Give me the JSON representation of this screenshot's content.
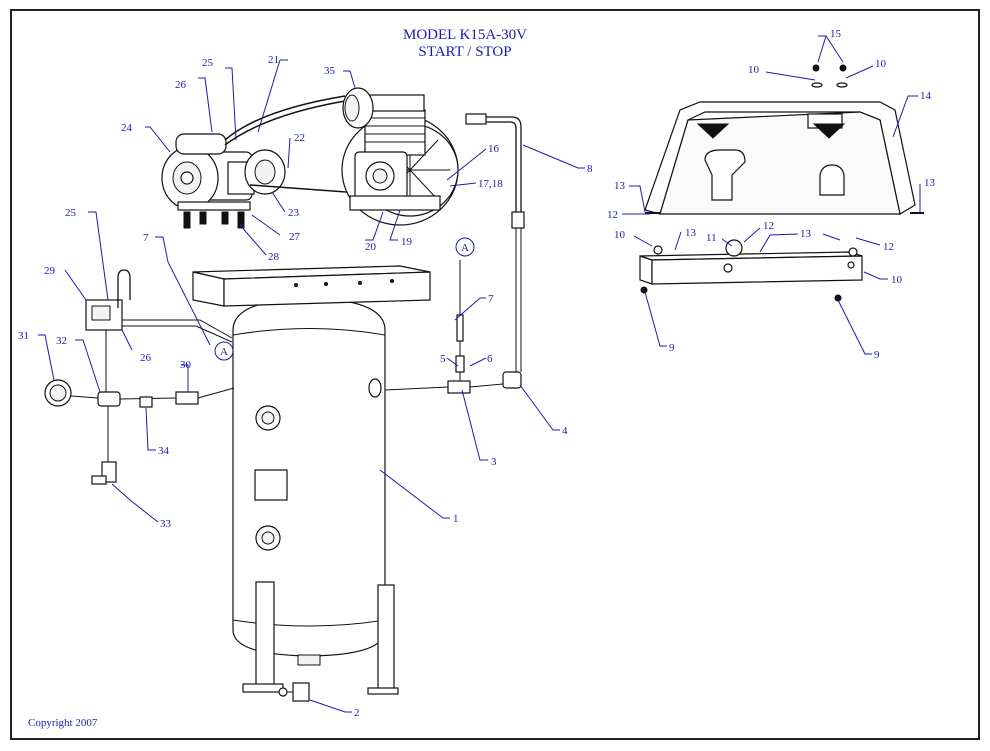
{
  "title": {
    "line1": "MODEL K15A-30V",
    "line2": "START /  STOP"
  },
  "copyright": "Copyright 2007",
  "callouts": [
    "1",
    "2",
    "3",
    "4",
    "5",
    "6",
    "7",
    "7",
    "8",
    "9",
    "9",
    "10",
    "10",
    "10",
    "10",
    "11",
    "12",
    "12",
    "12",
    "13",
    "13",
    "13",
    "13",
    "13",
    "14",
    "15",
    "16",
    "17,18",
    "19",
    "20",
    "21",
    "22",
    "23",
    "24",
    "25",
    "25",
    "26",
    "26",
    "27",
    "28",
    "29",
    "30",
    "31",
    "32",
    "33",
    "34",
    "35"
  ],
  "reference_markers": [
    "A",
    "A"
  ],
  "colors": {
    "label": "#1b1bb0",
    "line": "#111111"
  }
}
